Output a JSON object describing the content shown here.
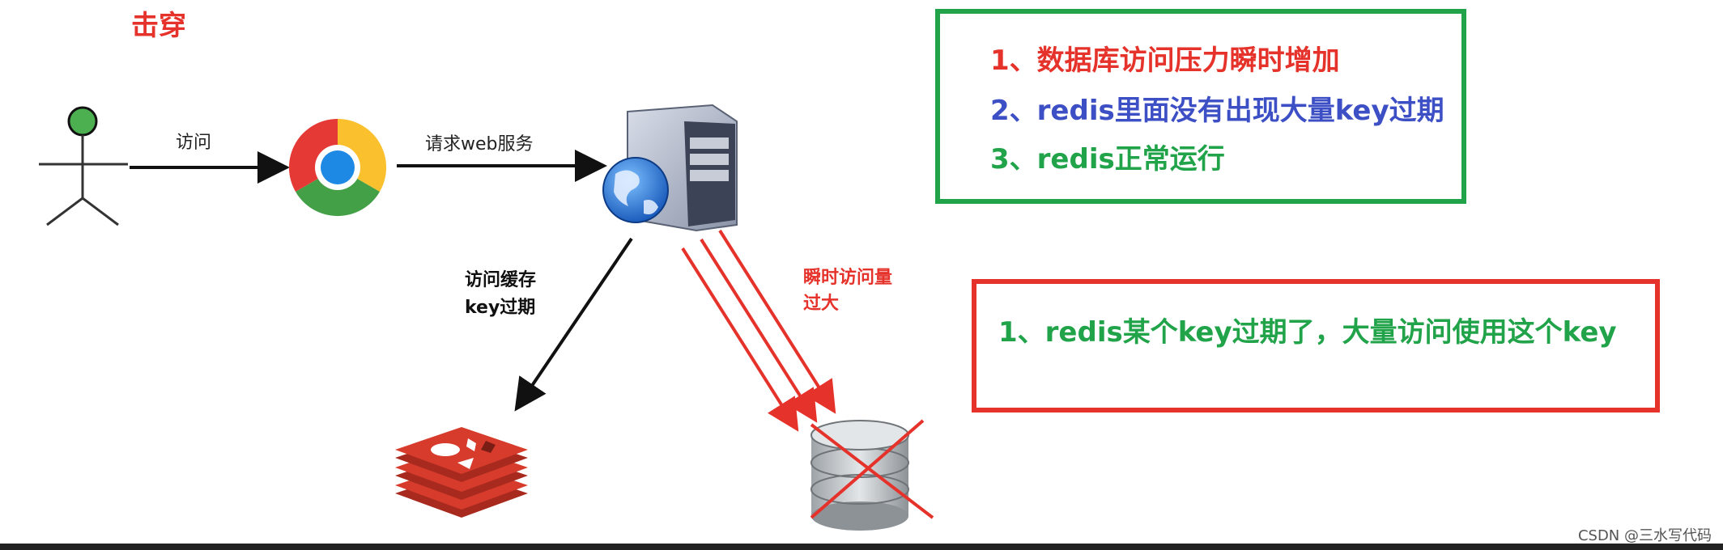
{
  "title": "击穿",
  "labels": {
    "visit": "访问",
    "web_request": "请求web服务",
    "cache_line1": "访问缓存",
    "cache_line2": "key过期",
    "burst_line1": "瞬时访问量",
    "burst_line2": "过大"
  },
  "green_box": {
    "items": [
      {
        "text": "1、数据库访问压力瞬时增加",
        "color": "#e5322a"
      },
      {
        "text": "2、redis里面没有出现大量key过期",
        "color": "#3d4fc4"
      },
      {
        "text": "3、redis正常运行",
        "color": "#21a34a"
      }
    ]
  },
  "red_box": {
    "text": "1、redis某个key过期了，大量访问使用这个key",
    "color": "#21a34a"
  },
  "watermark": "CSDN @三水写代码",
  "icons": [
    "user-stick-figure-icon",
    "chrome-browser-icon",
    "web-server-icon",
    "redis-icon",
    "database-icon"
  ]
}
